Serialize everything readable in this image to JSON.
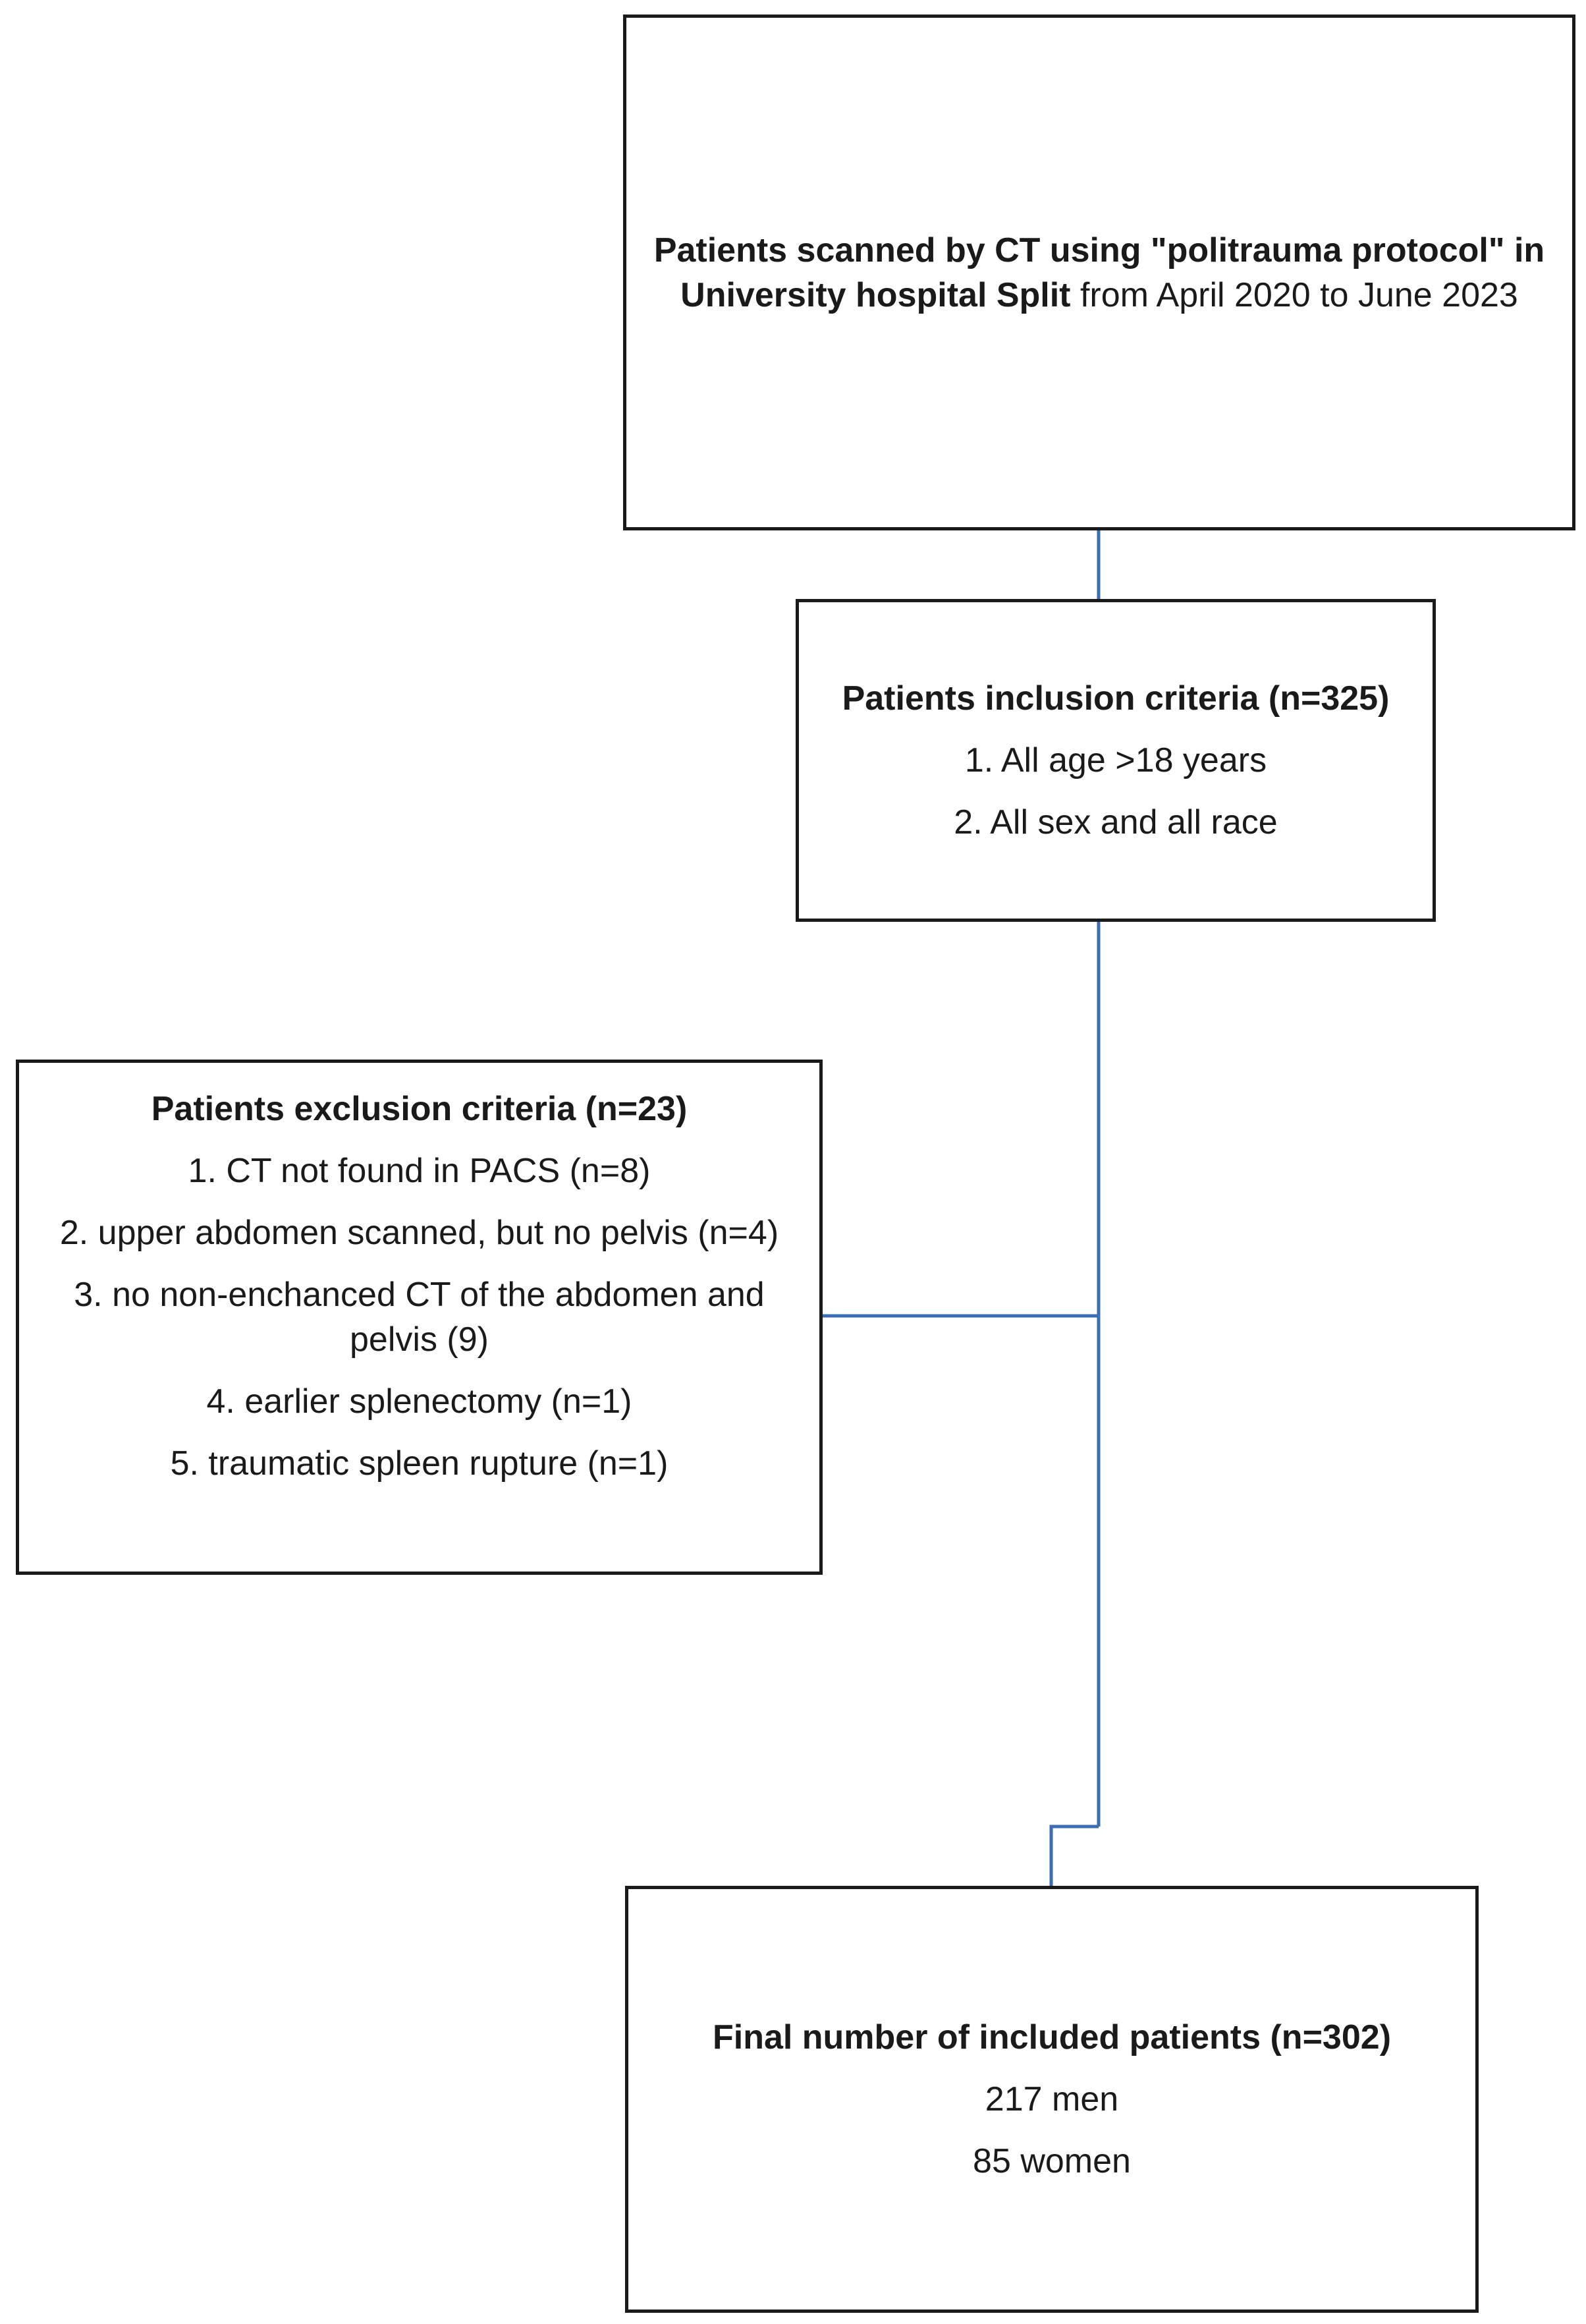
{
  "diagram": {
    "box_scanned": {
      "title_bold_1": "Patients scanned by CT using \"politrauma protocol\" in",
      "title_bold_2": "University hospital Split",
      "title_normal_2": " from April 2020 to June 2023"
    },
    "box_inclusion": {
      "title": "Patients inclusion criteria (n=325)",
      "items": [
        "1. All age >18 years",
        "2. All sex and all race"
      ]
    },
    "box_exclusion": {
      "title": "Patients exclusion criteria (n=23)",
      "items": [
        "1. CT not found in PACS (n=8)",
        "2. upper abdomen scanned, but no pelvis (n=4)",
        "3. no non-enchanced CT of the abdomen and pelvis (9)",
        "4. earlier splenectomy (n=1)",
        "5. traumatic spleen rupture (n=1)"
      ]
    },
    "box_final": {
      "title": "Final number of included patients (n=302)",
      "items": [
        "217 men",
        "85 women"
      ]
    },
    "connector_color": "#3a6db5"
  }
}
